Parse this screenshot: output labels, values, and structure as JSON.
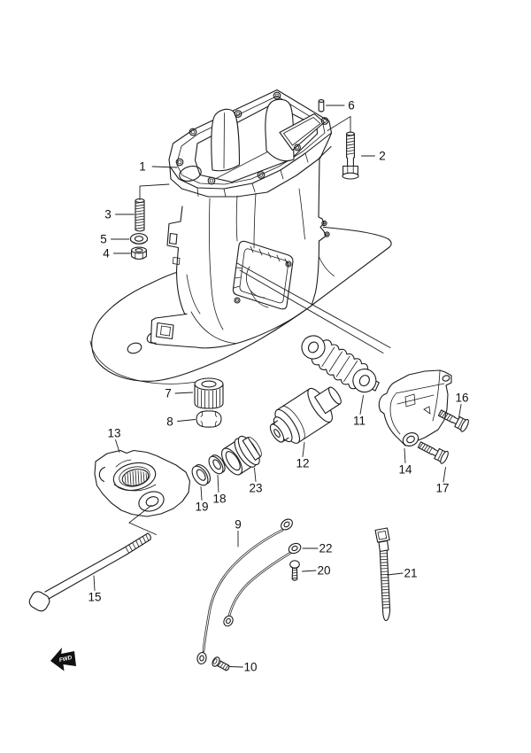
{
  "orientation": {
    "fwd_label": "FWD"
  },
  "colors": {
    "line": "#1c1c1c",
    "background": "#ffffff",
    "arrow_fill": "#111111",
    "arrow_text": "#ffffff"
  },
  "callouts": [
    {
      "ref": "1"
    },
    {
      "ref": "2"
    },
    {
      "ref": "3"
    },
    {
      "ref": "4"
    },
    {
      "ref": "5"
    },
    {
      "ref": "6"
    },
    {
      "ref": "7"
    },
    {
      "ref": "8"
    },
    {
      "ref": "9"
    },
    {
      "ref": "10"
    },
    {
      "ref": "11"
    },
    {
      "ref": "12"
    },
    {
      "ref": "13"
    },
    {
      "ref": "14"
    },
    {
      "ref": "15"
    },
    {
      "ref": "16"
    },
    {
      "ref": "17"
    },
    {
      "ref": "18"
    },
    {
      "ref": "19"
    },
    {
      "ref": "20"
    },
    {
      "ref": "21"
    },
    {
      "ref": "22"
    },
    {
      "ref": "23"
    }
  ]
}
